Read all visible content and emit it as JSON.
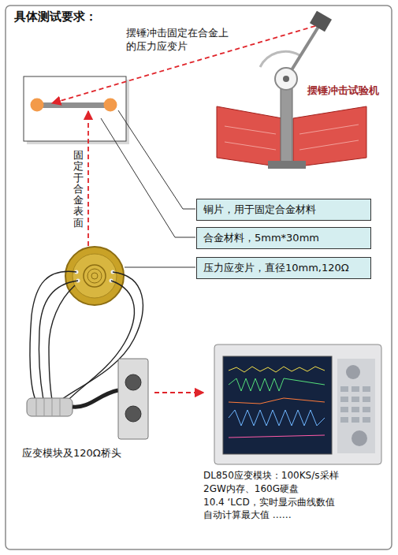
{
  "diagram": {
    "title": "具体测试要求：",
    "nodes": [
      {
        "text": [
          "摆锤冲击试验机"
        ]
      },
      {
        "text": [
          "铜片，用于固定合金材料"
        ]
      },
      {
        "text": [
          "合金材料，5mm*30mm"
        ]
      },
      {
        "text": [
          "压力应变片，直径10mm,120Ω"
        ]
      },
      {
        "text": [
          "应变模块及120Ω桥头"
        ]
      },
      {
        "text": [
          "DL850应变模块：100KS/s采样",
          "2GW内存、160G硬盘",
          "10.4 ‘LCD，实时显示曲线数值",
          "自动计算最大值 ……"
        ]
      }
    ],
    "edges": [
      {
        "from": 4,
        "to": 5,
        "arrow": "to"
      }
    ],
    "labels": [
      "摆锤冲击固定在合金上的压力应变片",
      "固定于合金表面"
    ]
  }
}
